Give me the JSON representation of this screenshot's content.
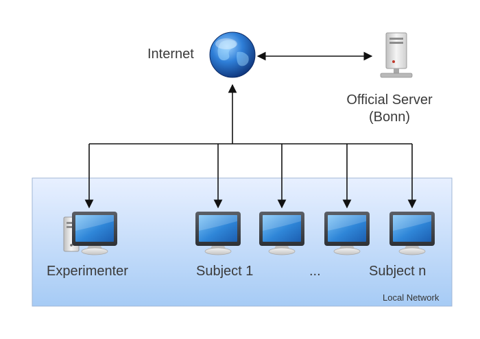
{
  "nodes": {
    "internet": {
      "label": "Internet"
    },
    "server": {
      "line1": "Official Server",
      "line2": "(Bonn)"
    },
    "experimenter": {
      "label": "Experimenter"
    },
    "subject_first": {
      "label": "Subject 1"
    },
    "ellipsis": {
      "label": "..."
    },
    "subject_last": {
      "label": "Subject n"
    }
  },
  "network": {
    "label": "Local Network"
  },
  "colors": {
    "network_fill_top": "#e6efff",
    "network_fill_bottom": "#a9cdf6",
    "network_border": "#9fb6d6",
    "screen": "#2e7fd4",
    "line": "#111111"
  }
}
